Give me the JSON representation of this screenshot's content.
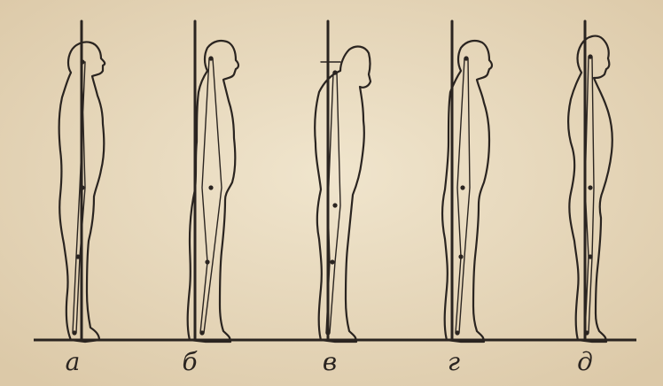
{
  "figures": [
    {
      "id": "a",
      "label": "а"
    },
    {
      "id": "b",
      "label": "б"
    },
    {
      "id": "v",
      "label": "в"
    },
    {
      "id": "g",
      "label": "г"
    },
    {
      "id": "d",
      "label": "д"
    }
  ],
  "colors": {
    "paper": "#e9dcc2",
    "ink": "#2a2420"
  }
}
